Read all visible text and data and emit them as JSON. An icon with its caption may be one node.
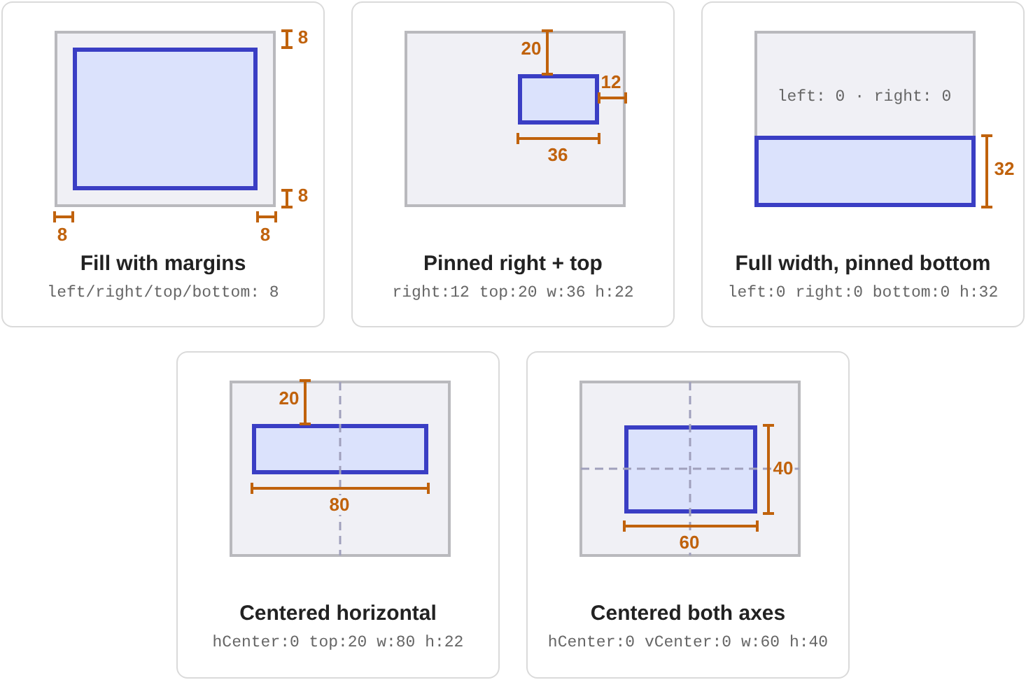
{
  "diagram": {
    "nodes": [
      {
        "text": [
          "Fill with margins",
          "left/right/top/bottom: 8"
        ]
      },
      {
        "text": [],
        "shape": "box",
        "in": 0
      },
      {
        "text": [],
        "shape": "box",
        "in": 1
      },
      {
        "text": [
          "Pinned right + top",
          "right:12 top:20 w:36 h:22"
        ]
      },
      {
        "text": [],
        "shape": "box",
        "in": 3
      },
      {
        "text": [],
        "shape": "box",
        "in": 4
      },
      {
        "text": [
          "Full width, pinned bottom",
          "left:0 right:0 bottom:0 h:32"
        ]
      },
      {
        "text": [
          "left: 0 · right: 0"
        ],
        "in": 6
      },
      {
        "text": [],
        "shape": "box",
        "in": 7
      },
      {
        "text": [
          "Centered horizontal",
          "hCenter:0 top:20 w:80 h:22"
        ]
      },
      {
        "text": [],
        "shape": "box",
        "in": 9
      },
      {
        "text": [],
        "shape": "box",
        "in": 10
      },
      {
        "text": [
          "Centered both axes",
          "hCenter:0 vCenter:0 w:60 h:40"
        ]
      },
      {
        "text": [],
        "shape": "box",
        "in": 12
      },
      {
        "text": [],
        "shape": "box",
        "in": 13
      }
    ],
    "labels": [
      "8",
      "8",
      "8",
      "8",
      "20",
      "12",
      "36",
      "32",
      "20",
      "80",
      "40",
      "60"
    ]
  }
}
